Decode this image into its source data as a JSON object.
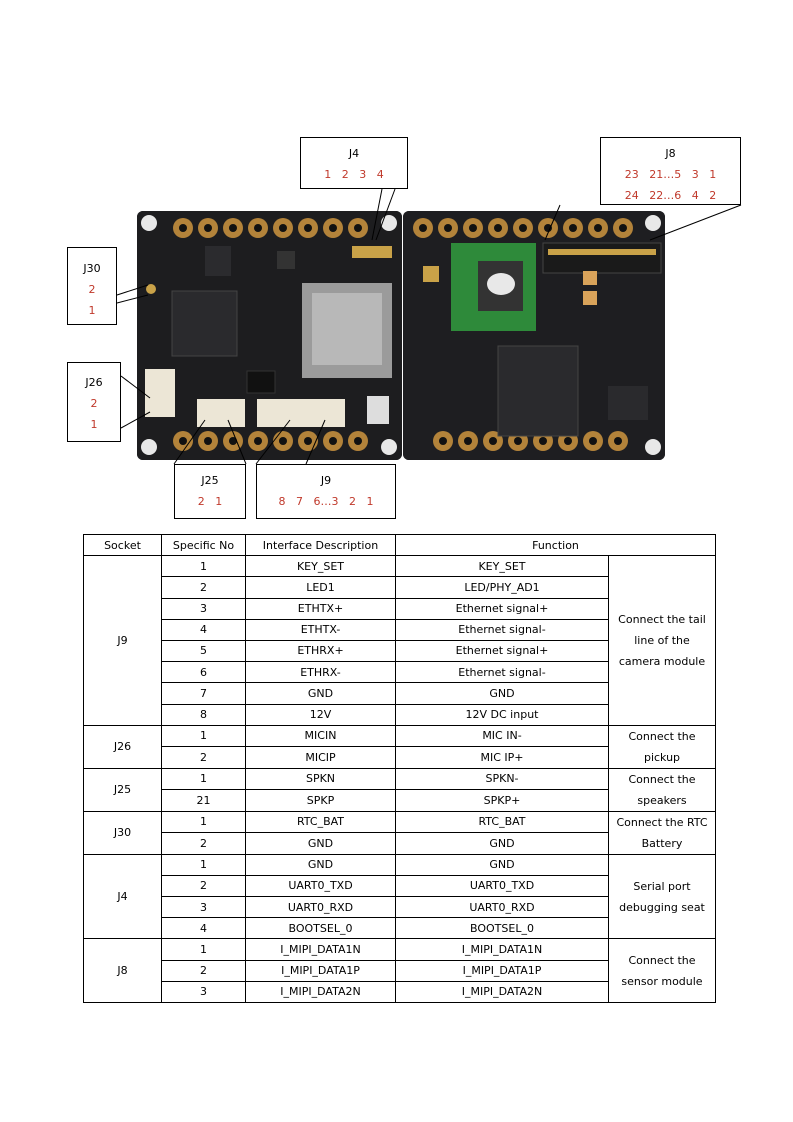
{
  "callouts": {
    "j4": {
      "title": "J4",
      "pins1": "1   2   3   4"
    },
    "j8": {
      "title": "J8",
      "pins1": "23   21…5   3   1",
      "pins2": "24   22…6   4   2"
    },
    "j30": {
      "title": "J30",
      "pins1": "2",
      "pins2": "1"
    },
    "j26": {
      "title": "J26",
      "pins1": "2",
      "pins2": "1"
    },
    "j25": {
      "title": "J25",
      "pins1": "2   1"
    },
    "j9": {
      "title": "J9",
      "pins1": "8   7   6…3   2   1"
    }
  },
  "table": {
    "headers": [
      "Socket",
      "Specific No",
      "Interface Description",
      "Function"
    ],
    "groups": [
      {
        "socket": "J9",
        "function": "Connect the tail line of the camera module",
        "rows": [
          [
            "1",
            "KEY_SET",
            "KEY_SET"
          ],
          [
            "2",
            "LED1",
            "LED/PHY_AD1"
          ],
          [
            "3",
            "ETHTX+",
            "Ethernet signal+"
          ],
          [
            "4",
            "ETHTX-",
            "Ethernet signal-"
          ],
          [
            "5",
            "ETHRX+",
            "Ethernet signal+"
          ],
          [
            "6",
            "ETHRX-",
            "Ethernet signal-"
          ],
          [
            "7",
            "GND",
            "GND"
          ],
          [
            "8",
            "12V",
            "12V DC input"
          ]
        ]
      },
      {
        "socket": "J26",
        "function": "Connect the pickup",
        "rows": [
          [
            "1",
            "MICIN",
            "MIC IN-"
          ],
          [
            "2",
            "MICIP",
            "MIC IP+"
          ]
        ]
      },
      {
        "socket": "J25",
        "function": "Connect the speakers",
        "rows": [
          [
            "1",
            "SPKN",
            "SPKN-"
          ],
          [
            "21",
            "SPKP",
            "SPKP+"
          ]
        ]
      },
      {
        "socket": "J30",
        "function": "Connect the RTC Battery",
        "rows": [
          [
            "1",
            "RTC_BAT",
            "RTC_BAT"
          ],
          [
            "2",
            "GND",
            "GND"
          ]
        ]
      },
      {
        "socket": "J4",
        "function": "Serial port debugging seat",
        "rows": [
          [
            "1",
            "GND",
            "GND"
          ],
          [
            "2",
            "UART0_TXD",
            "UART0_TXD"
          ],
          [
            "3",
            "UART0_RXD",
            "UART0_RXD"
          ],
          [
            "4",
            "BOOTSEL_0",
            "BOOTSEL_0"
          ]
        ]
      },
      {
        "socket": "J8",
        "function": "Connect the sensor module",
        "rows": [
          [
            "1",
            "I_MIPI_DATA1N",
            "I_MIPI_DATA1N"
          ],
          [
            "2",
            "I_MIPI_DATA1P",
            "I_MIPI_DATA1P"
          ],
          [
            "3",
            "I_MIPI_DATA2N",
            "I_MIPI_DATA2N"
          ]
        ]
      }
    ]
  }
}
